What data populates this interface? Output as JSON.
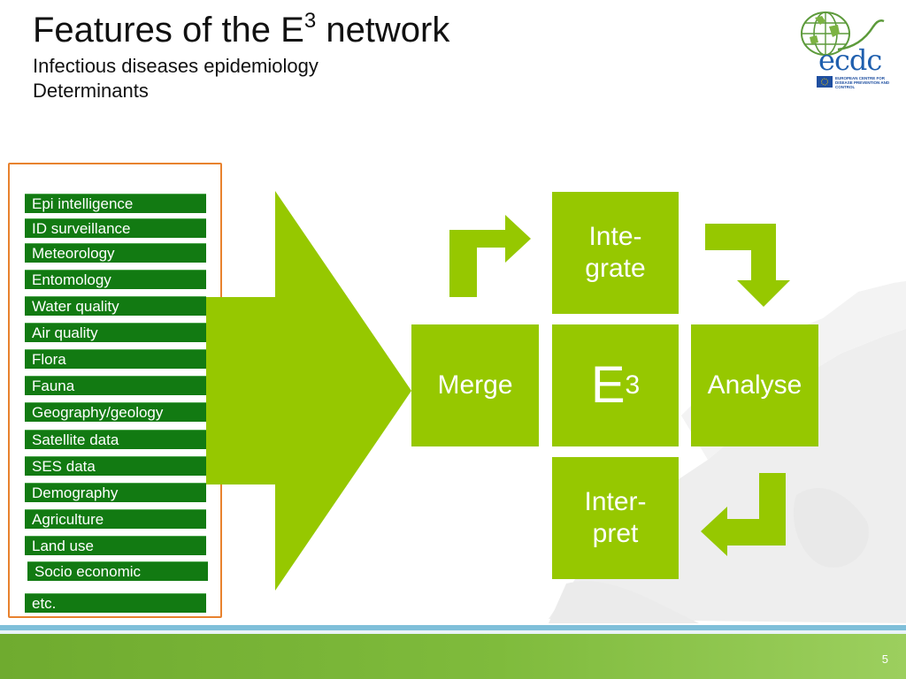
{
  "slide": {
    "title_prefix": "Features of the E",
    "title_sup": "3",
    "title_suffix": " network",
    "subtitle_1": "Infectious diseases epidemiology",
    "subtitle_2": "Determinants",
    "page_number": "5"
  },
  "logo": {
    "wordmark": "ecdc",
    "org_name": "EUROPEAN CENTRE FOR DISEASE PREVENTION AND CONTROL"
  },
  "data_sources": [
    "Epi intelligence",
    "ID surveillance",
    "Meteorology",
    "Entomology",
    "Water quality",
    "Air quality",
    "Flora",
    "Fauna",
    "Geography/geology",
    "Satellite data",
    "SES data",
    "Demography",
    "Agriculture",
    "Land use",
    "Socio economic",
    "etc."
  ],
  "cycle": {
    "integrate": "Inte-\ngrate",
    "merge": "Merge",
    "center_base": "E",
    "center_sup": "3",
    "analyse": "Analyse",
    "interpret": "Inter-\npret"
  },
  "colors": {
    "box_green": "#96c800",
    "tag_green": "#127a12",
    "frame_orange": "#e8822e",
    "arrow_green": "#96c800"
  }
}
